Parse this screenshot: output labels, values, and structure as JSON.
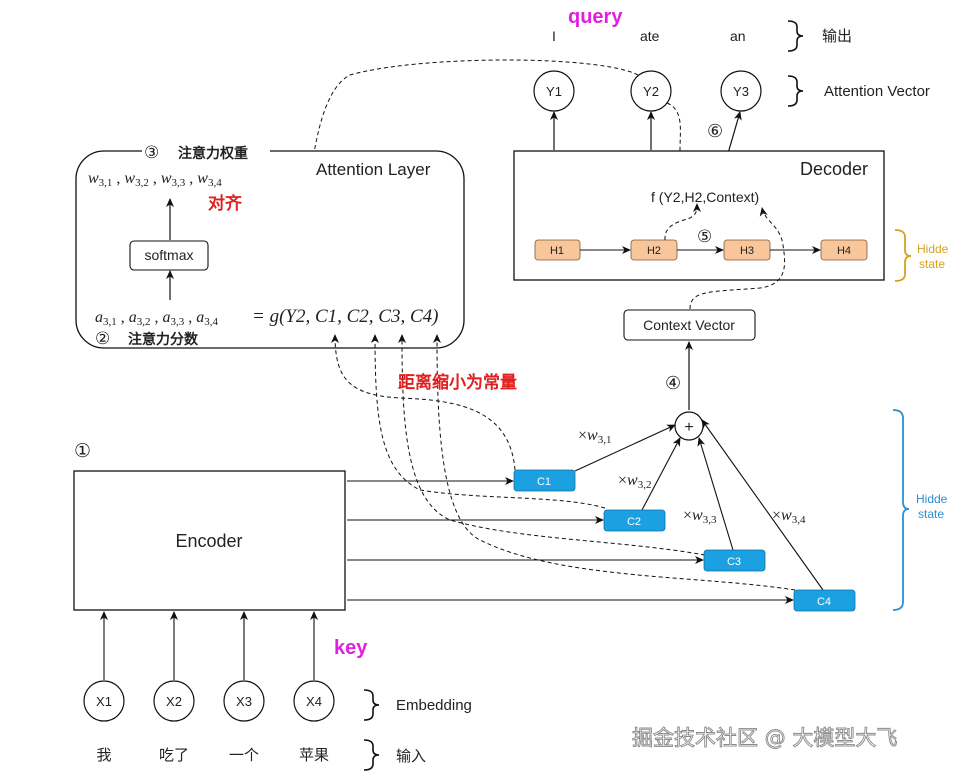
{
  "top": {
    "query_label": "query",
    "outputs": [
      "I",
      "ate",
      "an"
    ],
    "output_group_label": "输出",
    "y_nodes": [
      "Y1",
      "Y2",
      "Y3"
    ],
    "attention_vector_label": "Attention Vector"
  },
  "attention_layer": {
    "title": "Attention Layer",
    "step3_marker": "③",
    "step3_label": "注意力权重",
    "weights_text": "w3,1 , w3,2 , w3,3 , w3,4",
    "weights": [
      "w3,1",
      "w3,2",
      "w3,3",
      "w3,4"
    ],
    "align_label": "对齐",
    "softmax_label": "softmax",
    "scores": [
      "a3,1",
      "a3,2",
      "a3,3",
      "a3,4"
    ],
    "score_function": "= g(Y2, C1, C2, C3, C4)",
    "step2_marker": "②",
    "step2_label": "注意力分数"
  },
  "decoder": {
    "title": "Decoder",
    "function_label": "f (Y2,H2,Context)",
    "step5_marker": "⑤",
    "step6_marker": "⑥",
    "hidden_nodes": [
      "H1",
      "H2",
      "H3",
      "H4"
    ],
    "hidden_state_label_line1": "Hidde",
    "hidden_state_label_line2": "state",
    "hidden_color": "#f8c69a",
    "brace_color": "#d6a21f"
  },
  "context": {
    "context_vector_label": "Context Vector",
    "step4_marker": "④",
    "sum_symbol": "+",
    "distance_note": "距离缩小为常量",
    "weight_labels": [
      "×w3,1",
      "×w3,2",
      "×w3,3",
      "×w3,4"
    ]
  },
  "encoder": {
    "step1_marker": "①",
    "title": "Encoder",
    "context_nodes": [
      "C1",
      "C2",
      "C3",
      "C4"
    ],
    "context_color": "#1ba1e2",
    "hidden_state_label_line1": "Hidde",
    "hidden_state_label_line2": "state",
    "brace_color": "#2b8fd6",
    "key_label": "key"
  },
  "inputs": {
    "x_nodes": [
      "X1",
      "X2",
      "X3",
      "X4"
    ],
    "embedding_label": "Embedding",
    "words": [
      "我",
      "吃了",
      "一个",
      "苹果"
    ],
    "input_group_label": "输入"
  },
  "watermark": "掘金技术社区 @ 大模型大飞",
  "colors": {
    "magenta": "#e020e0",
    "red": "#e02020"
  }
}
